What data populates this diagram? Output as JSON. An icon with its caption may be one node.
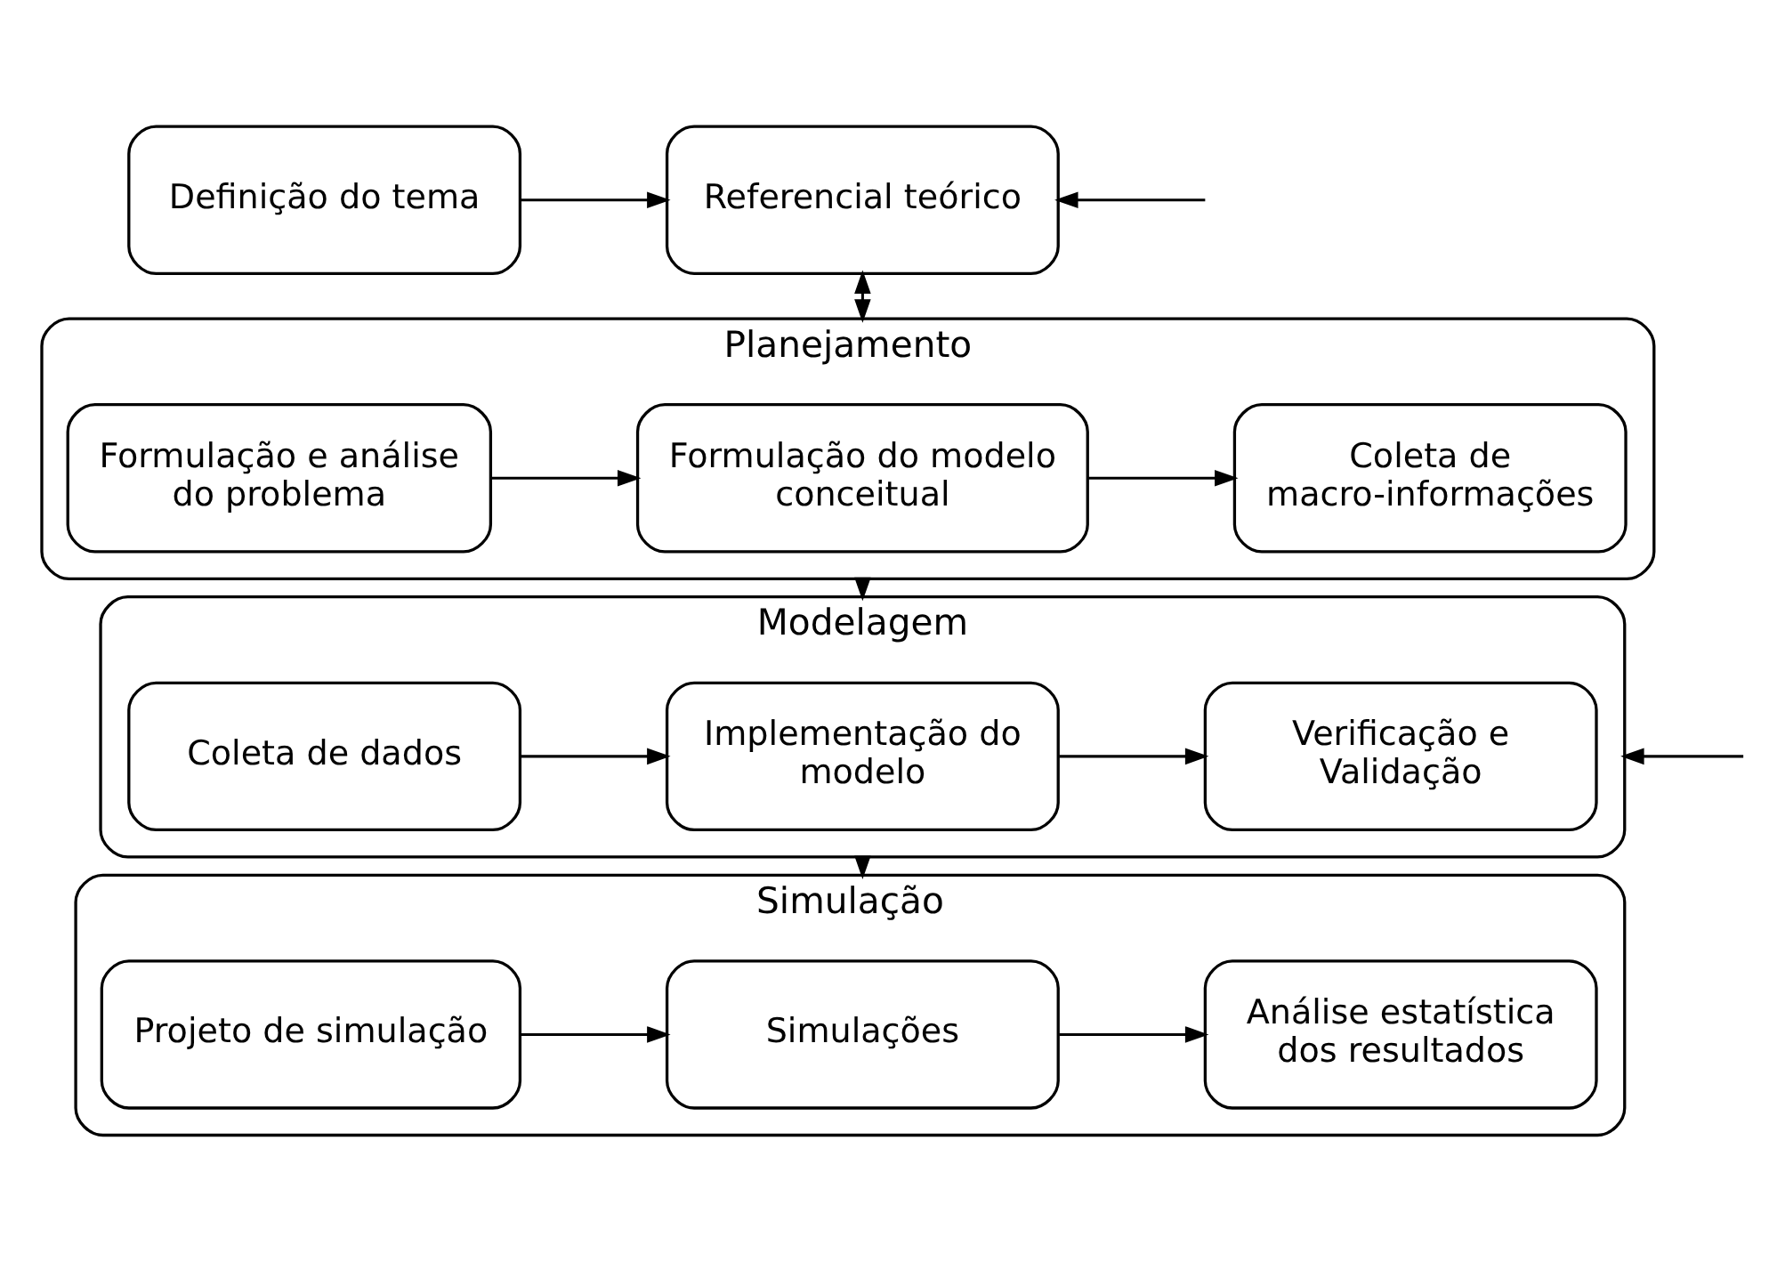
{
  "diagram": {
    "nodes": [
      {
        "text": [
          "Definição do tema"
        ]
      },
      {
        "text": [
          "Referencial teórico"
        ]
      },
      {
        "text": [
          "Planejamento"
        ]
      },
      {
        "text": [
          "Formulação e análise do problema"
        ],
        "in": 2
      },
      {
        "text": [
          "Formulação do modelo conceitual"
        ],
        "in": 2
      },
      {
        "text": [
          "Coleta de macro-informações"
        ],
        "in": 2
      },
      {
        "text": [
          "Modelagem"
        ]
      },
      {
        "text": [
          "Coleta de dados"
        ],
        "in": 6
      },
      {
        "text": [
          "Implementação do modelo"
        ],
        "in": 6
      },
      {
        "text": [
          "Verificação e Validação"
        ],
        "in": 6
      },
      {
        "text": [
          "Simulação"
        ]
      },
      {
        "text": [
          "Projeto de simulação"
        ],
        "in": 10
      },
      {
        "text": [
          "Simulações"
        ],
        "in": 10
      },
      {
        "text": [
          "Análise estatística dos resultados"
        ],
        "in": 10
      }
    ],
    "edges": [
      {
        "from": 0,
        "to": 1,
        "arrow": "to"
      },
      {
        "from": null,
        "to": 1,
        "arrow": "to"
      },
      {
        "from": 1,
        "to": 2,
        "arrow": "both"
      },
      {
        "from": 3,
        "to": 4,
        "arrow": "to"
      },
      {
        "from": 4,
        "to": 5,
        "arrow": "to"
      },
      {
        "from": 2,
        "to": 6,
        "arrow": "to"
      },
      {
        "from": null,
        "to": 6,
        "arrow": "to"
      },
      {
        "from": 7,
        "to": 8,
        "arrow": "to"
      },
      {
        "from": 8,
        "to": 9,
        "arrow": "to"
      },
      {
        "from": 6,
        "to": 10,
        "arrow": "to"
      },
      {
        "from": 11,
        "to": 12,
        "arrow": "to"
      },
      {
        "from": 12,
        "to": 13,
        "arrow": "to"
      }
    ]
  }
}
